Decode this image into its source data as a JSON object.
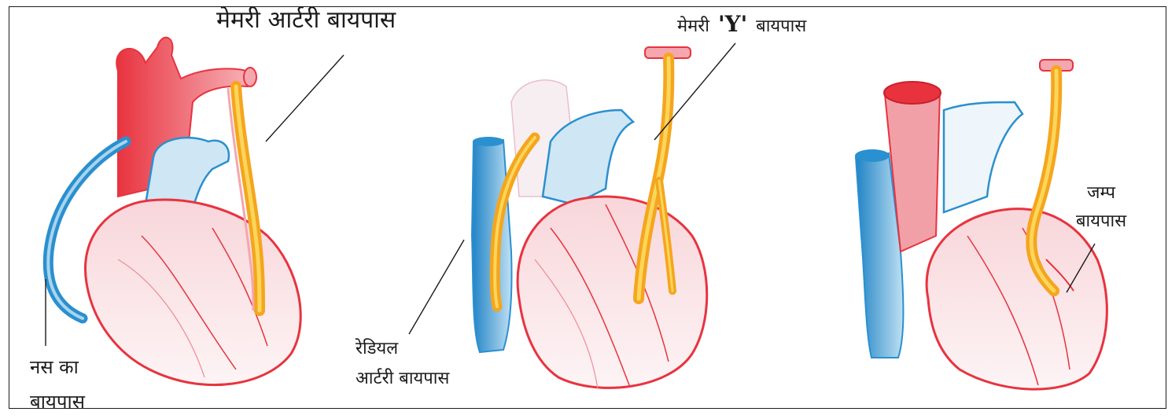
{
  "labels": {
    "mammary_artery_bypass": "मेमरी आर्टरी बायपास",
    "mammary_y_prefix": "मेमरी ",
    "mammary_y_letter": "'Y'",
    "mammary_y_suffix": " बायपास",
    "vein_bypass_line1": "नस का",
    "vein_bypass_line2": "बायपास",
    "radial_artery_line1": "रेडियल",
    "radial_artery_line2": "आर्टरी बायपास",
    "jump_bypass_line1": "जम्प",
    "jump_bypass_line2": "बायपास"
  },
  "colors": {
    "artery_red": "#e8333f",
    "artery_pink": "#f4a7ae",
    "vein_blue": "#2a90cf",
    "vein_light": "#a9d4ee",
    "graft_orange": "#f5a51e",
    "graft_yellow": "#fbd65a",
    "heart_fill": "#fbeef0",
    "outline": "#1a1a1a"
  }
}
